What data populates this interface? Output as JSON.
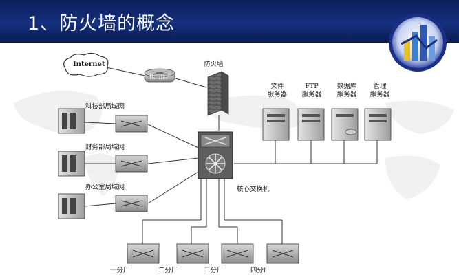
{
  "slide": {
    "title": "1、防火墙的概念"
  },
  "icons": {
    "logo": "bar-chart-logo-icon"
  },
  "diagram": {
    "internet": "Internet",
    "router": "Router",
    "firewall": "防火墙",
    "core_switch": "核心交换机",
    "lans": [
      "科技部局域网",
      "财务部局域网",
      "办公室局域网"
    ],
    "servers": [
      {
        "line1": "文件",
        "line2": "服务器"
      },
      {
        "line1": "FTP",
        "line2": "服务器"
      },
      {
        "line1": "数据库",
        "line2": "服务器"
      },
      {
        "line1": "管理",
        "line2": "服务器"
      }
    ],
    "branches": [
      "一分厂",
      "二分厂",
      "三分厂",
      "四分厂"
    ]
  },
  "colors": {
    "header": "#14307e",
    "line": "#333333"
  }
}
